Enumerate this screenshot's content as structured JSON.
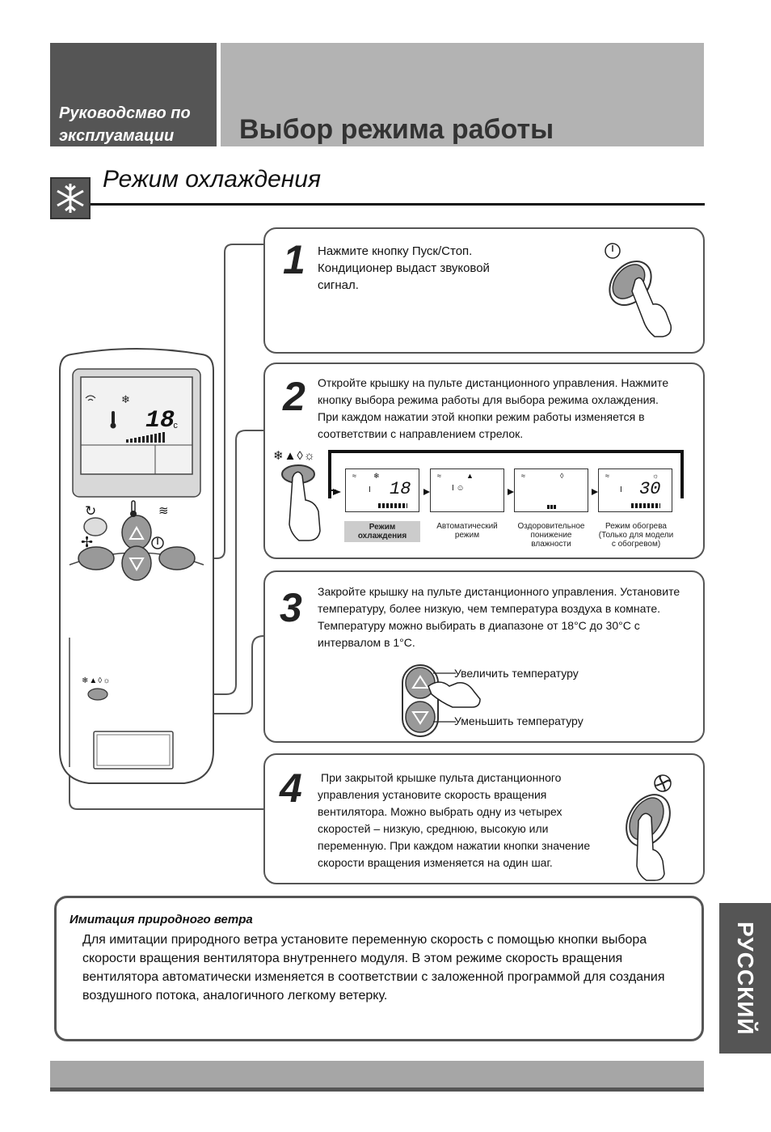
{
  "header": {
    "manual_label": "Руководсмво по эксплуамации",
    "title": "Выбор режима работы"
  },
  "section": {
    "title": "Режим охлаждения"
  },
  "steps": [
    {
      "num": "1",
      "text": "Нажмите кнопку Пуск/Стоп. Кондиционер выдаст звуковой сигнал."
    },
    {
      "num": "2",
      "text": "Откройте крышку на пульте дистанционного управления. Нажмите кнопку выбора режима работы для выбора режима охлаждения. При каждом нажатии этой кнопки режим работы изменяется в соответствии с направлением стрелок."
    },
    {
      "num": "3",
      "text": "Закройте крышку на пульте дистанционного управления. Установите температуру, более низкую, чем температура воздуха в комнате. Температуру можно выбирать в диапазоне от 18°С до 30°С с интервалом в 1°С."
    },
    {
      "num": "4",
      "text": "При закрытой крышке пульта дистанционного управления установите скорость вращения вентилятора. Можно выбрать одну из четырех скоростей – низкую, среднюю, высокую или переменную. При каждом нажатии кнопки значение скорости вращения изменяется на один шаг."
    }
  ],
  "modes": [
    {
      "label": "Режим охлаждения",
      "temp": "18"
    },
    {
      "label": "Автоматический режим",
      "temp": ""
    },
    {
      "label": "Оздоровительное понижение влажности",
      "temp": ""
    },
    {
      "label": "Режим обогрева (Только для модели с обогревом)",
      "temp": "30"
    }
  ],
  "remote": {
    "display_temp": "18",
    "unit": "°c"
  },
  "temp_buttons": {
    "up_label": "Увеличить температуру",
    "down_label": "Уменьшить температуру"
  },
  "note": {
    "title": "Имитация природного ветра",
    "body": "Для имитации природного ветра установите переменную скорость с помощью кнопки выбора скорости вращения вентилятора внутреннего модуля. В этом режиме скорость вращения вентилятора автоматически изменяется в соответствии с заложенной программой для создания воздушного потока, аналогичного легкому ветерку."
  },
  "language_tab": "РУССКИЙ"
}
